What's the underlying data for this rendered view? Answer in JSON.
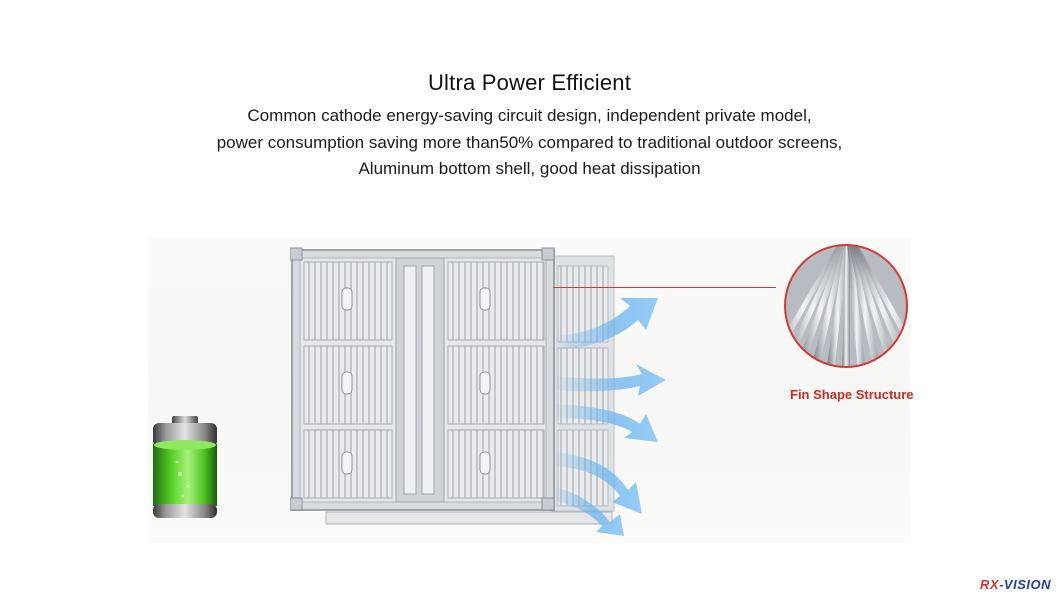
{
  "headline": {
    "title": "Ultra Power Efficient",
    "line1": "Common cathode energy-saving circuit design, independent private model,",
    "line2": "power consumption saving more than50% compared to traditional outdoor screens,",
    "line3": "Aluminum bottom shell, good heat dissipation"
  },
  "callout": {
    "label": "Fin Shape Structure"
  },
  "brand": {
    "prefix": "RX",
    "suffix": "-VISION"
  },
  "icons": [
    "battery-icon",
    "airflow-arrow-icon",
    "fin-structure-icon",
    "cabinet-image"
  ],
  "colors": {
    "callout": "#d23a3a",
    "battery": "#6ad83a",
    "arrow": "#5aa8e8",
    "brand": "#1e3fa0"
  }
}
